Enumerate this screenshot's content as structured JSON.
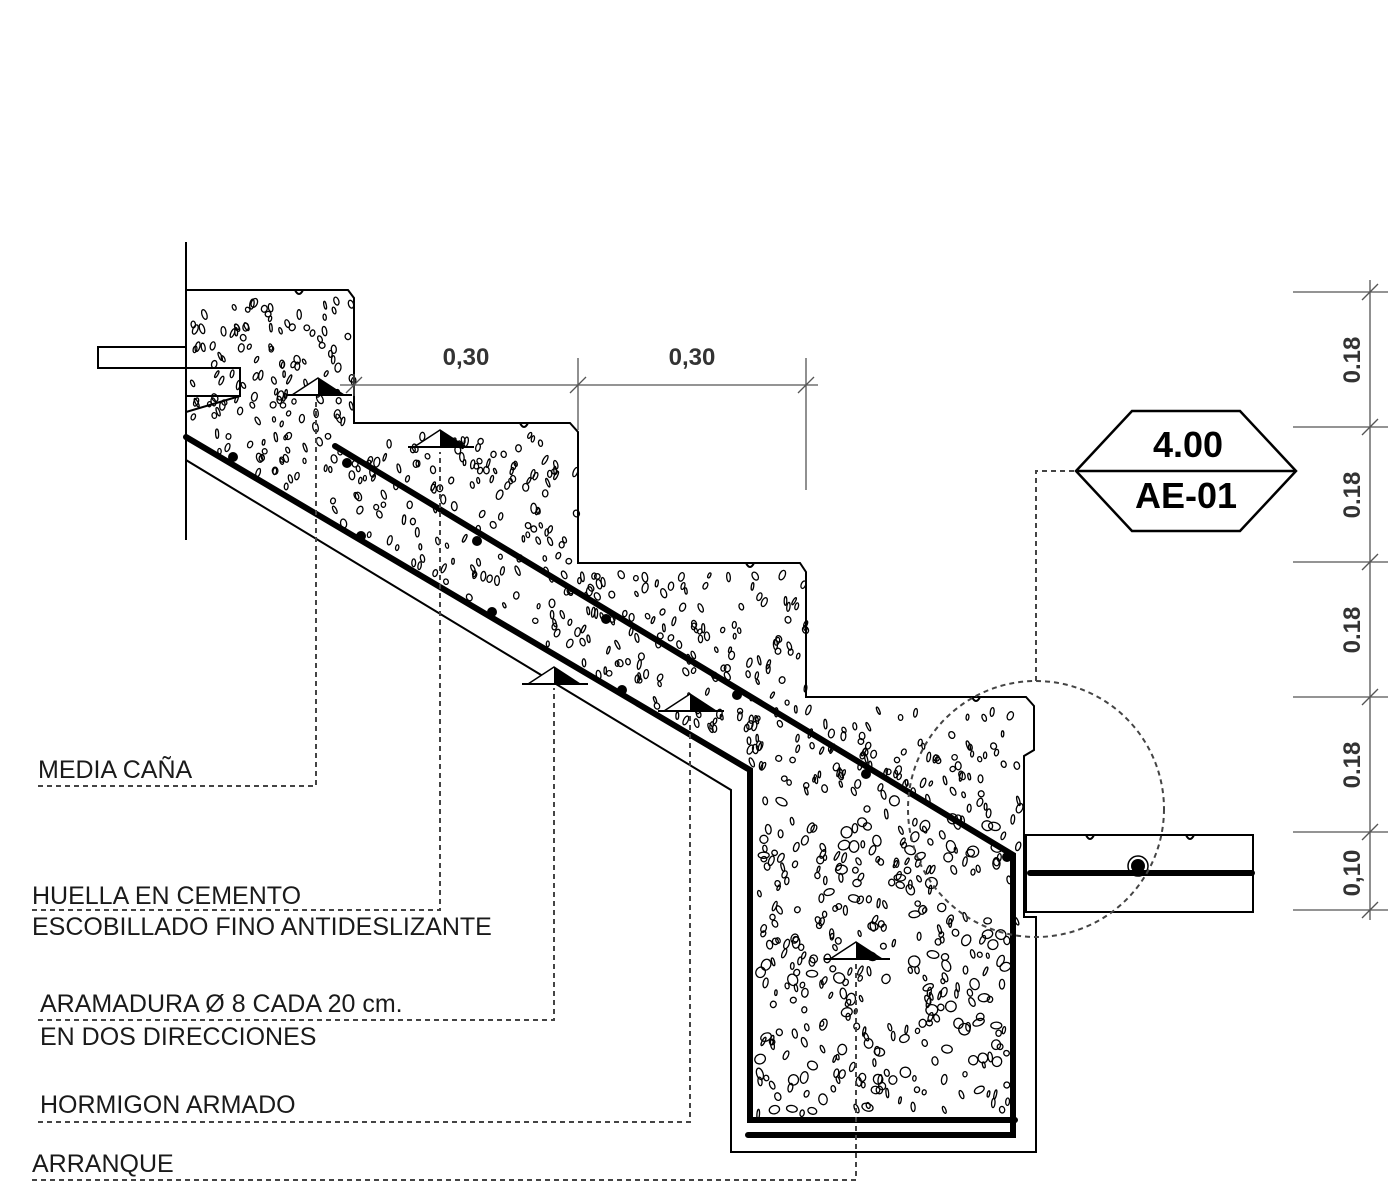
{
  "labels": {
    "media_cana": "MEDIA CAÑA",
    "huella_line1": "HUELLA  EN CEMENTO",
    "huella_line2": "ESCOBILLADO  FINO ANTIDESLIZANTE",
    "armadura_line1": "ARAMADURA  Ø 8 CADA 20 cm.",
    "armadura_line2": "EN DOS DIRECCIONES",
    "hormigon": "HORMIGON ARMADO",
    "arranque": "ARRANQUE"
  },
  "dimensions": {
    "tread_1": "0,30",
    "tread_2": "0,30",
    "riser_1": "0.18",
    "riser_2": "0.18",
    "riser_3": "0.18",
    "riser_4": "0.18",
    "slab": "0,10"
  },
  "detail_tag": {
    "level": "4.00",
    "sheet": "AE-01"
  }
}
